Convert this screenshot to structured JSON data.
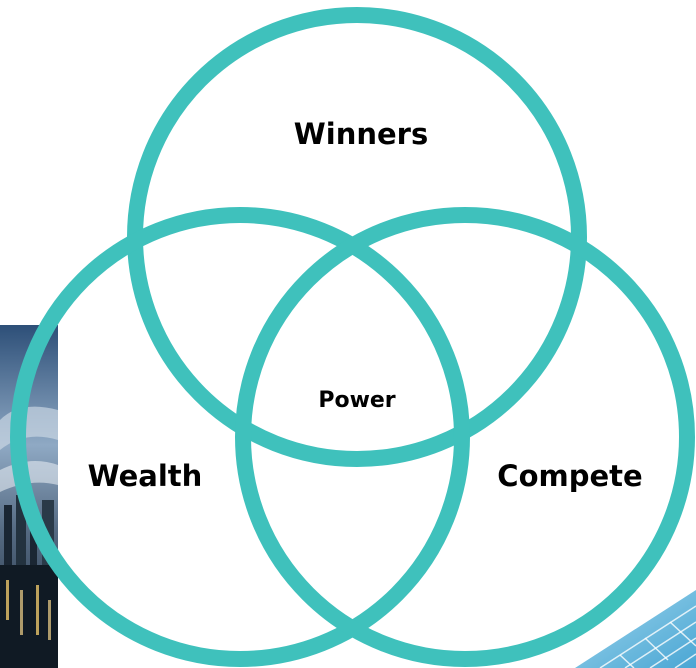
{
  "diagram": {
    "type": "venn",
    "ring_color": "#3fc1bc",
    "background_image": "city-skyline-photo",
    "corner_graphic": "blue-grid-panel",
    "sets": [
      {
        "label": "Winners"
      },
      {
        "label": "Wealth"
      },
      {
        "label": "Compete"
      }
    ],
    "intersection": {
      "label": "Power"
    }
  }
}
